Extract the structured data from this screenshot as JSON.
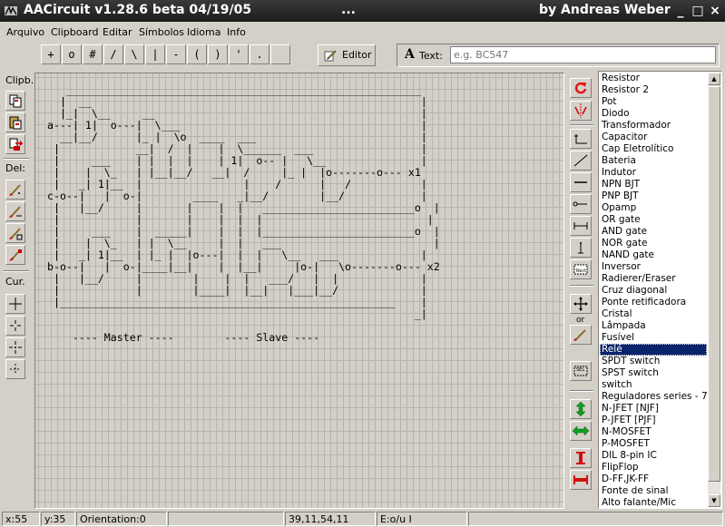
{
  "window": {
    "title": "AACircuit v1.28.6 beta 04/19/05",
    "middle": "...",
    "author": "by Andreas Weber",
    "minimize": "_",
    "maximize": "□",
    "close": "×"
  },
  "menu": [
    "Arquivo",
    "Clipboard",
    "Editar",
    "Símbolos",
    "Idioma",
    "Info"
  ],
  "symbols": [
    "+",
    "o",
    "#",
    "/",
    "\\",
    "|",
    "-",
    "(",
    ")",
    "'",
    ".",
    ""
  ],
  "editor_label": "Editor",
  "text_label": "Text:",
  "text_placeholder": "e.g. BC547",
  "left_panel": {
    "clipboard": "Clipb.",
    "delete": "Del:",
    "cursor": "Cur."
  },
  "canvas_ascii": "    ________________________________________________________\n   |  __                                                    |\n   |_|  \\__     __                                          |\n a---| 1|  o---|  \\___                                      |\n   __|__/      |_ |  \\o  ____  ___                          |\n  |            __|  /  |    |  \\______  ___                 |\n  |     ___    | |  |  |    | 1|  o-- |   \\__               |\n  |    |  \\_   | |__|__/   __|  /     |_ |  |o-------o--- x1\n  |   _| 1|__  |                |    /      |   /           |\n c-o--|   |  o-|        ____   _|__/        |__/            |\n  |   |__/     |       |    |  |   ________________________o  |\n  |            |       |    |  |  |                          |\n  |     ___    |  _____|    |  |  |________________________o  |\n  |    |  \\_   | |  \\__     |  |   ___                        |\n  |   _| 1|__  | |_ |  |o---|  |  |   \\__   ___             |\n b-o--|   |  o-|____|__|    |  |__|     |o-|   \\o-------o--- x2\n  |   |__/     |        |    |  |   ___/   |  |             |\n  |            |        |____|  |__|   |___|__/             |\n  |_____________________________________________________    |\n                                                           _|\n\n     ---- Master ----        ---- Slave ----",
  "components": [
    "Resistor",
    "Resistor 2",
    "Pot",
    "Diodo",
    "Transformador",
    "Capacitor",
    "Cap Eletrolítico",
    "Bateria",
    "Indutor",
    "NPN BJT",
    "PNP BJT",
    "Opamp",
    "OR gate",
    "AND gate",
    "NOR gate",
    "NAND gate",
    "Inversor",
    "Radierer/Eraser",
    "Cruz diagonal",
    "Ponte retificadora",
    "Cristal",
    "Lâmpada",
    "Fusível",
    "Relé",
    "SPDT switch",
    "SPST switch",
    "switch",
    "Reguladores series - 7",
    "N-JFET [NJF]",
    "P-JFET [PJF]",
    "N-MOSFET",
    "P-MOSFET",
    "DIL 8-pin IC",
    "FlipFlop",
    "D-FF,JK-FF",
    "Fonte de sinal",
    "Alto falante/Mic"
  ],
  "selected_component": "Relé",
  "right_tool_or": "or",
  "right_tool_sel": "SEL",
  "status": {
    "x": "x:55",
    "y": "y:35",
    "orientation": "Orientation:0",
    "empty": "",
    "sel": "39,11,54,11",
    "eol": "E:o/u I",
    "extra": ""
  },
  "colors": {
    "titlebar": "#2a2a2a",
    "face": "#d4d0c8",
    "selection": "#0a246a"
  }
}
